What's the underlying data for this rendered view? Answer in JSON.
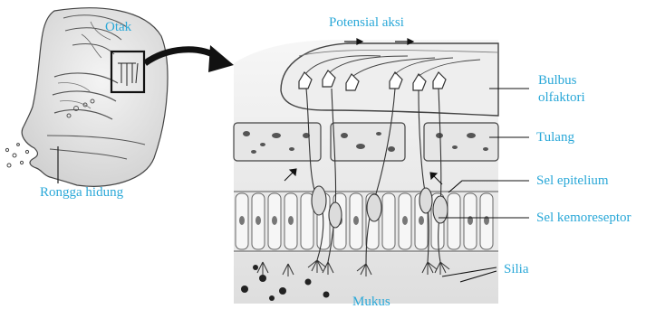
{
  "labels": {
    "brain": "Otak",
    "nasal_cavity": "Rongga hidung",
    "action_potential": "Potensial aksi",
    "olfactory_bulb_line1": "Bulbus",
    "olfactory_bulb_line2": "olfaktori",
    "bone": "Tulang",
    "epithelial_cell": "Sel epitelium",
    "chemoreceptor_cell": "Sel kemoreseptor",
    "cilia": "Silia",
    "mucus": "Mukus"
  },
  "colors": {
    "label_text": "#2aa8d8",
    "line_art": "#333333",
    "shading": "#d9d9d9"
  }
}
